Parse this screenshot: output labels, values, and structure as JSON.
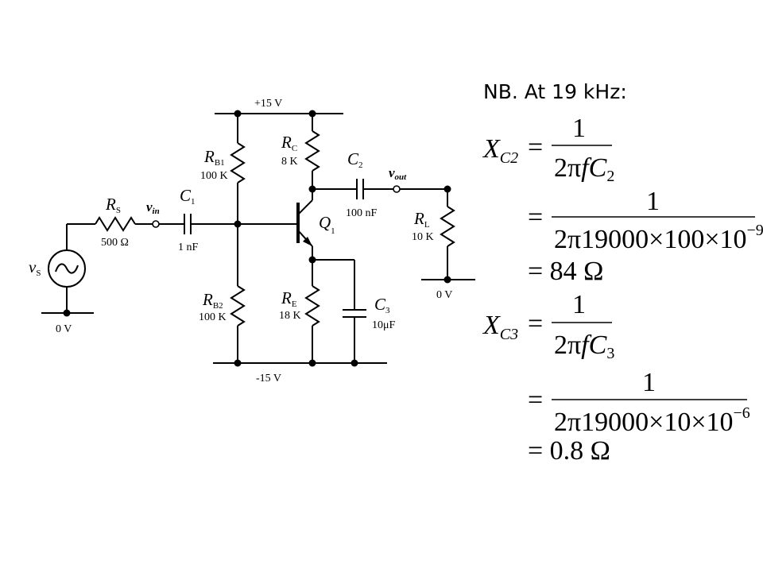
{
  "note": {
    "heading": "NB. At 19 kHz:"
  },
  "rails": {
    "top": "+15 V",
    "bottom": "-15 V",
    "ground_left": "0 V",
    "ground_right": "0 V"
  },
  "components": {
    "rs": {
      "sym": "R",
      "sub": "S",
      "value": "500 Ω"
    },
    "c1": {
      "sym": "C",
      "sub": "1",
      "value": "1 nF"
    },
    "rb1": {
      "sym": "R",
      "sub": "B1",
      "value": "100 K"
    },
    "rb2": {
      "sym": "R",
      "sub": "B2",
      "value": "100 K"
    },
    "rc": {
      "sym": "R",
      "sub": "C",
      "value": "8 K"
    },
    "re": {
      "sym": "R",
      "sub": "E",
      "value": "18 K"
    },
    "c2": {
      "sym": "C",
      "sub": "2",
      "value": "100 nF"
    },
    "c3": {
      "sym": "C",
      "sub": "3",
      "value": "10μF"
    },
    "rl": {
      "sym": "R",
      "sub": "L",
      "value": "10 K"
    },
    "q1": {
      "sym": "Q",
      "sub": "1"
    },
    "vs": {
      "sym": "v",
      "sub": "S"
    }
  },
  "nodes": {
    "vin": {
      "sym": "v",
      "sub": "in"
    },
    "vout": {
      "sym": "v",
      "sub": "out"
    }
  },
  "equations": {
    "xc2": {
      "lhs_sym": "X",
      "lhs_sub": "C2",
      "eq": "=",
      "line1_num": "1",
      "line1_den_a": "2π",
      "line1_den_f": "f",
      "line1_den_c": "C",
      "line1_den_csub": "2",
      "line2_num": "1",
      "line2_den": "2π19000×100×10",
      "line2_exp": "−9",
      "result": "= 84 Ω"
    },
    "xc3": {
      "lhs_sym": "X",
      "lhs_sub": "C3",
      "eq": "=",
      "line1_num": "1",
      "line1_den_a": "2π",
      "line1_den_f": "f",
      "line1_den_c": "C",
      "line1_den_csub": "3",
      "line2_num": "1",
      "line2_den": "2π19000×10×10",
      "line2_exp": "−6",
      "result": "= 0.8 Ω"
    }
  }
}
